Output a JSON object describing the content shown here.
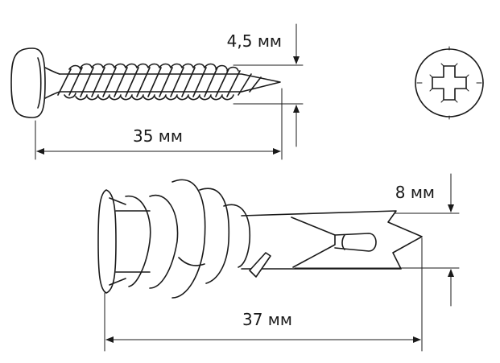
{
  "screw": {
    "diameter_label": "4,5 мм",
    "length_label": "35 мм",
    "head_icon": "phillips-head-icon"
  },
  "anchor": {
    "diameter_label": "8 мм",
    "length_label": "37 мм"
  },
  "colors": {
    "line": "#1a1a1a",
    "fill": "#ffffff"
  }
}
